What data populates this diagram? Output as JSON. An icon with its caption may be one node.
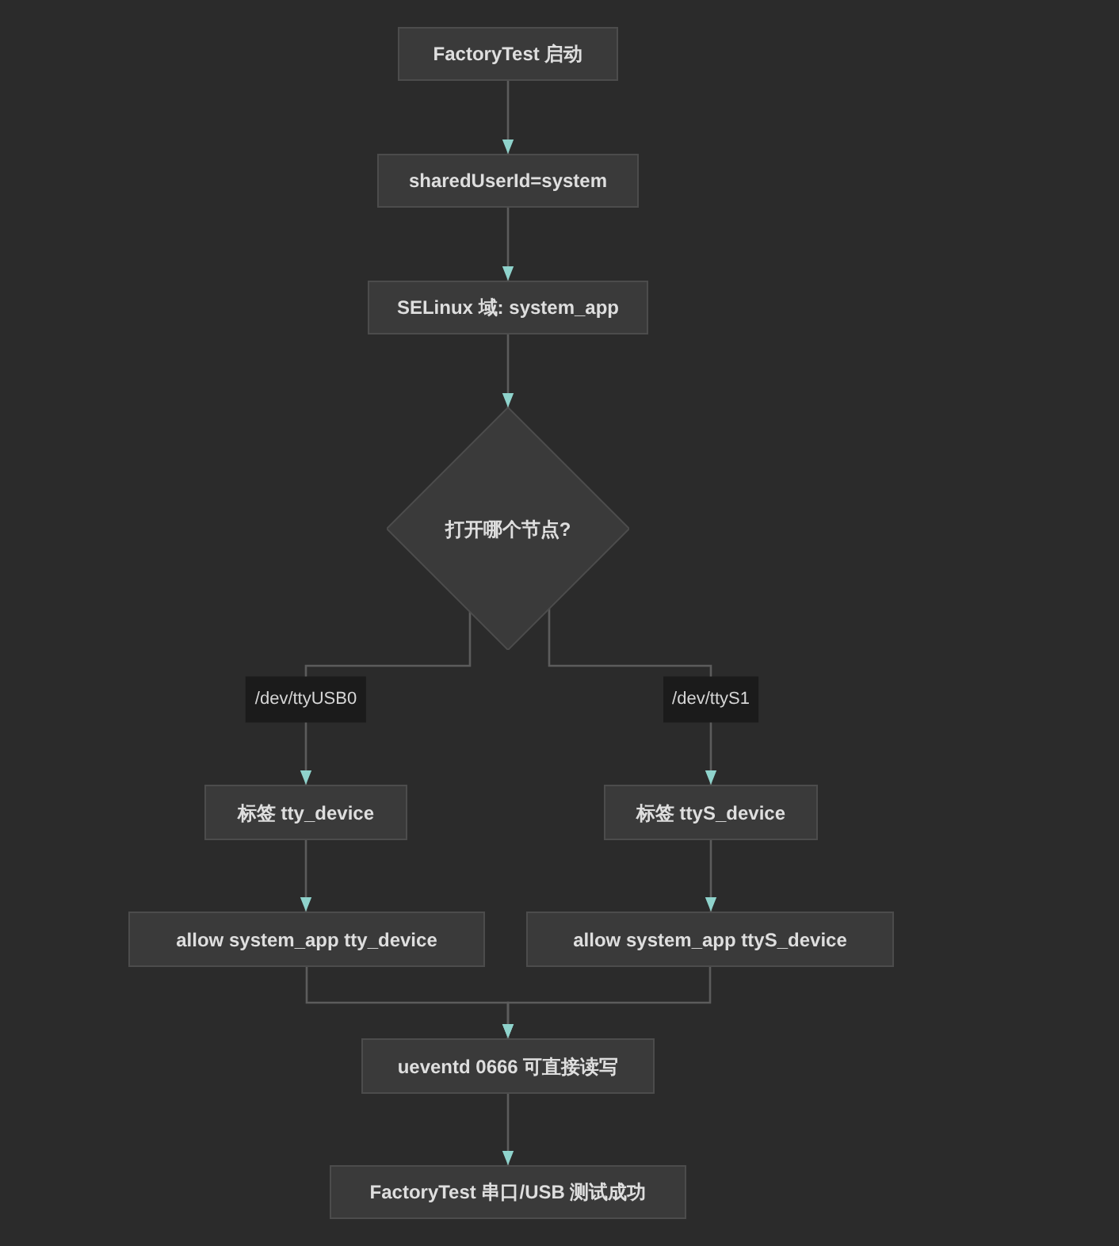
{
  "diagram": {
    "nodes": [
      {
        "text": [
          "FactoryTest 启动"
        ]
      },
      {
        "text": [
          "sharedUserId=system"
        ]
      },
      {
        "text": [
          "SELinux 域: system_app"
        ]
      },
      {
        "text": [
          "打开哪个节点?"
        ]
      },
      {
        "text": [
          "标签 tty_device"
        ]
      },
      {
        "text": [
          "标签 ttyS_device"
        ]
      },
      {
        "text": [
          "allow system_app tty_device"
        ]
      },
      {
        "text": [
          "allow system_app ttyS_device"
        ]
      },
      {
        "text": [
          "ueventd 0666 可直接读写"
        ]
      },
      {
        "text": [
          "FactoryTest 串口/USB 测试成功"
        ]
      }
    ],
    "edges": [
      {
        "from": 0,
        "to": 1,
        "arrow": "to"
      },
      {
        "from": 1,
        "to": 2,
        "arrow": "to"
      },
      {
        "from": 2,
        "to": 3,
        "arrow": "to"
      },
      {
        "from": 3,
        "to": 4,
        "arrow": "to",
        "label": "/dev/ttyUSB0"
      },
      {
        "from": 3,
        "to": 5,
        "arrow": "to",
        "label": "/dev/ttyS1"
      },
      {
        "from": 4,
        "to": 6,
        "arrow": "to"
      },
      {
        "from": 5,
        "to": 7,
        "arrow": "to"
      },
      {
        "from": 6,
        "to": 8,
        "arrow": "to"
      },
      {
        "from": 7,
        "to": 8,
        "arrow": "to"
      },
      {
        "from": 8,
        "to": 9,
        "arrow": "to"
      }
    ]
  }
}
